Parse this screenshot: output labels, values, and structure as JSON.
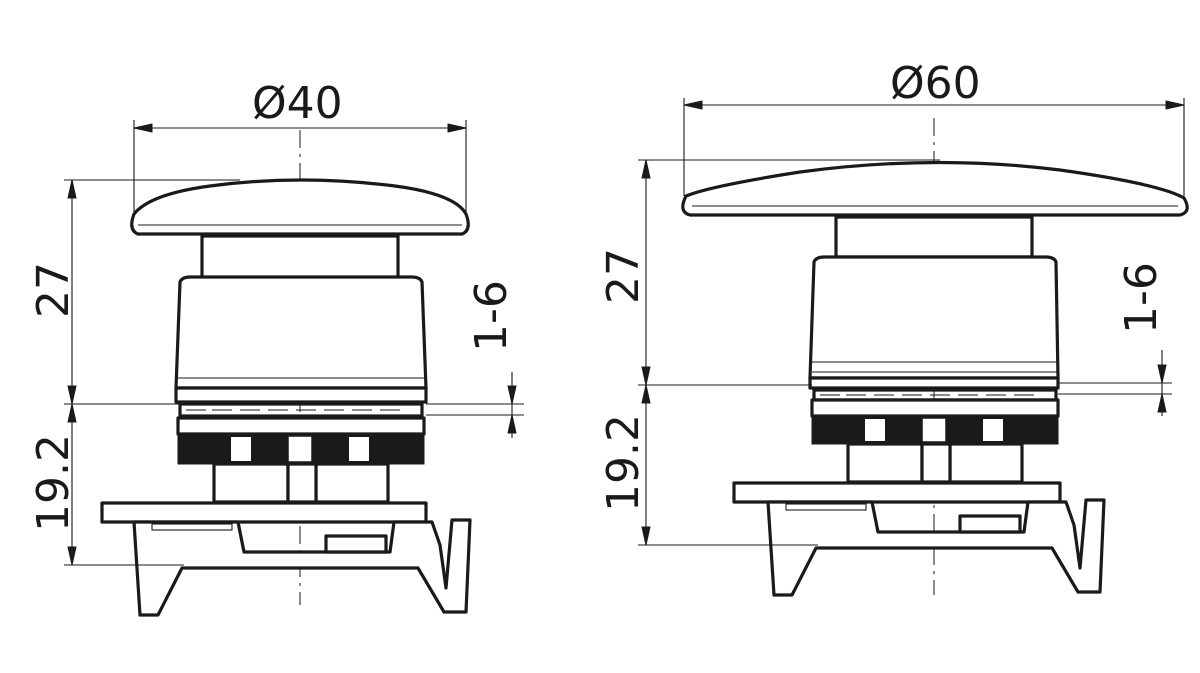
{
  "diagram": {
    "left_button": {
      "diameter_label": "Ø40",
      "height_label": "27",
      "lower_height_label": "19.2",
      "panel_label": "1-6"
    },
    "right_button": {
      "diameter_label": "Ø60",
      "height_label": "27",
      "lower_height_label": "19.2",
      "panel_label": "1-6"
    }
  }
}
